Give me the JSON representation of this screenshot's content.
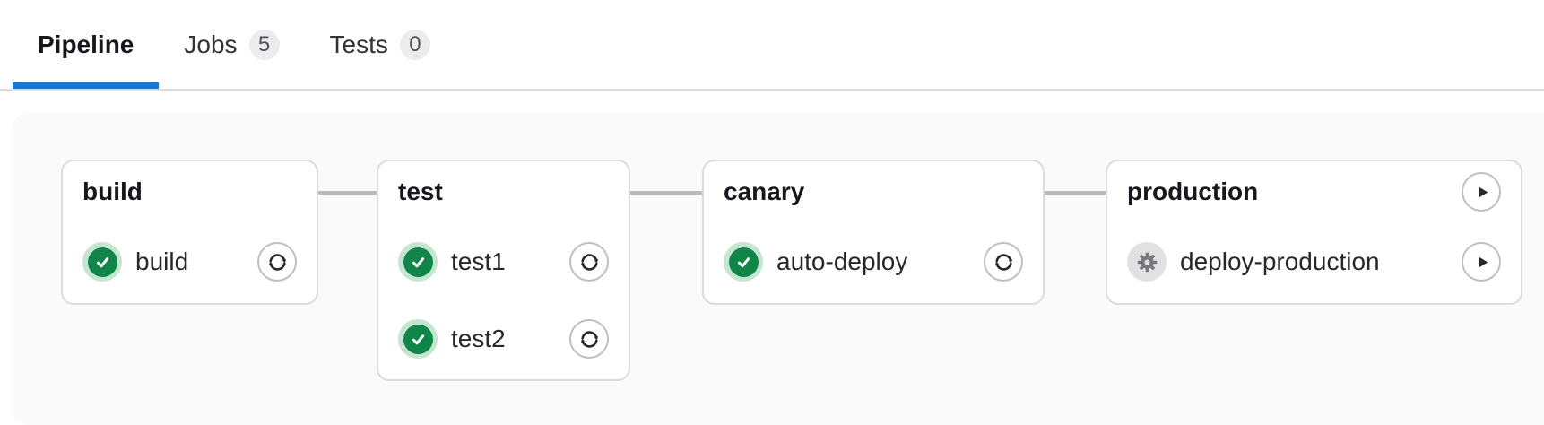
{
  "tabs": {
    "items": [
      {
        "label": "Pipeline",
        "active": true
      },
      {
        "label": "Jobs",
        "badge": "5",
        "active": false
      },
      {
        "label": "Tests",
        "badge": "0",
        "active": false
      }
    ]
  },
  "pipeline": {
    "stages": [
      {
        "name": "build",
        "jobs": [
          {
            "name": "build",
            "status": "success",
            "status_icon": "status-success-icon",
            "action": "retry",
            "action_icon": "retry-icon"
          }
        ]
      },
      {
        "name": "test",
        "jobs": [
          {
            "name": "test1",
            "status": "success",
            "status_icon": "status-success-icon",
            "action": "retry",
            "action_icon": "retry-icon"
          },
          {
            "name": "test2",
            "status": "success",
            "status_icon": "status-success-icon",
            "action": "retry",
            "action_icon": "retry-icon"
          }
        ]
      },
      {
        "name": "canary",
        "jobs": [
          {
            "name": "auto-deploy",
            "status": "success",
            "status_icon": "status-success-icon",
            "action": "retry",
            "action_icon": "retry-icon"
          }
        ]
      },
      {
        "name": "production",
        "header_action": {
          "name": "play",
          "icon": "play-icon"
        },
        "jobs": [
          {
            "name": "deploy-production",
            "status": "manual",
            "status_icon": "status-manual-icon",
            "action": "play",
            "action_icon": "play-icon"
          }
        ]
      }
    ]
  },
  "colors": {
    "accent_blue": "#1f75cb",
    "success_green": "#108548",
    "success_halo": "#c6e5d0",
    "manual_gray": "#77767c",
    "manual_halo": "#e1e1e4",
    "card_border": "#dcdcde",
    "connector": "#b9b9c0",
    "panel_background": "#fafafb",
    "badge_background": "#ececef"
  }
}
